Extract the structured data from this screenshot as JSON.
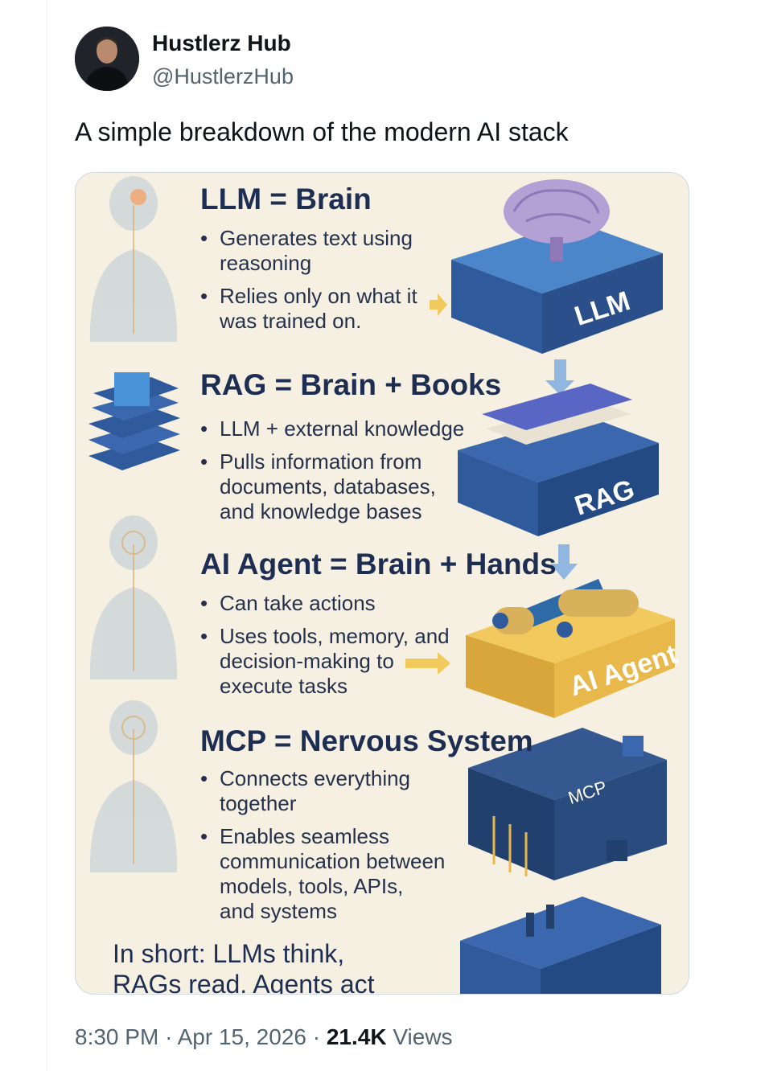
{
  "user": {
    "display_name": "Hustlerz Hub",
    "handle": "@HustlerzHub"
  },
  "tweet": {
    "text": "A simple breakdown of the modern AI stack"
  },
  "infographic": {
    "sections": [
      {
        "heading": "LLM = Brain",
        "bullets": [
          "Generates text using\nreasoning",
          "Relies only on what it\nwas trained on."
        ],
        "cube_label": "LLM"
      },
      {
        "heading": "RAG = Brain + Books",
        "bullets": [
          "LLM + external knowledge",
          "Pulls information from\ndocuments, databases,\nand knowledge bases"
        ],
        "cube_label": "RAG"
      },
      {
        "heading": "AI Agent = Brain + Hands",
        "bullets": [
          "Can take actions",
          "Uses tools, memory, and\ndecision-making to\nexecute tasks"
        ],
        "cube_label": "AI Agent"
      },
      {
        "heading": "MCP = Nervous System",
        "bullets": [
          "Connects everything\ntogether",
          "Enables seamless\ncommunication between\nmodels, tools, APIs,\nand systems"
        ],
        "cube_label": "MCP"
      }
    ],
    "summary": "In short: LLMs think,\nRAGs read. Agents act"
  },
  "meta": {
    "time": "8:30 PM",
    "separator": "·",
    "date": "Apr 15, 2026",
    "views_count": "21.4K",
    "views_label": "Views"
  },
  "colors": {
    "navy_block": "#2f5a9c",
    "navy_dark": "#1f3d6e",
    "gold_block": "#e8b84a",
    "background": "#f6f0e3"
  }
}
